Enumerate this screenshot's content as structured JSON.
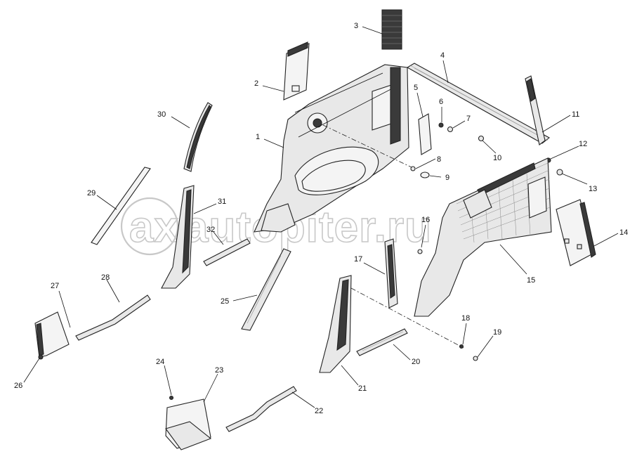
{
  "watermark": {
    "badge": "ax",
    "text": "autopiter.ru"
  },
  "callouts": [
    {
      "id": "c1",
      "label": "1"
    },
    {
      "id": "c2",
      "label": "2"
    },
    {
      "id": "c3",
      "label": "3"
    },
    {
      "id": "c4",
      "label": "4"
    },
    {
      "id": "c5",
      "label": "5"
    },
    {
      "id": "c6",
      "label": "6"
    },
    {
      "id": "c7",
      "label": "7"
    },
    {
      "id": "c8",
      "label": "8"
    },
    {
      "id": "c9",
      "label": "9"
    },
    {
      "id": "c10",
      "label": "10"
    },
    {
      "id": "c11",
      "label": "11"
    },
    {
      "id": "c12",
      "label": "12"
    },
    {
      "id": "c13",
      "label": "13"
    },
    {
      "id": "c14",
      "label": "14"
    },
    {
      "id": "c15",
      "label": "15"
    },
    {
      "id": "c16",
      "label": "16"
    },
    {
      "id": "c17",
      "label": "17"
    },
    {
      "id": "c18",
      "label": "18"
    },
    {
      "id": "c19",
      "label": "19"
    },
    {
      "id": "c20",
      "label": "20"
    },
    {
      "id": "c21",
      "label": "21"
    },
    {
      "id": "c22",
      "label": "22"
    },
    {
      "id": "c23",
      "label": "23"
    },
    {
      "id": "c24",
      "label": "24"
    },
    {
      "id": "c25",
      "label": "25"
    },
    {
      "id": "c26",
      "label": "26"
    },
    {
      "id": "c27",
      "label": "27"
    },
    {
      "id": "c28",
      "label": "28"
    },
    {
      "id": "c29",
      "label": "29"
    },
    {
      "id": "c30",
      "label": "30"
    },
    {
      "id": "c31",
      "label": "31"
    },
    {
      "id": "c32",
      "label": "32"
    }
  ]
}
